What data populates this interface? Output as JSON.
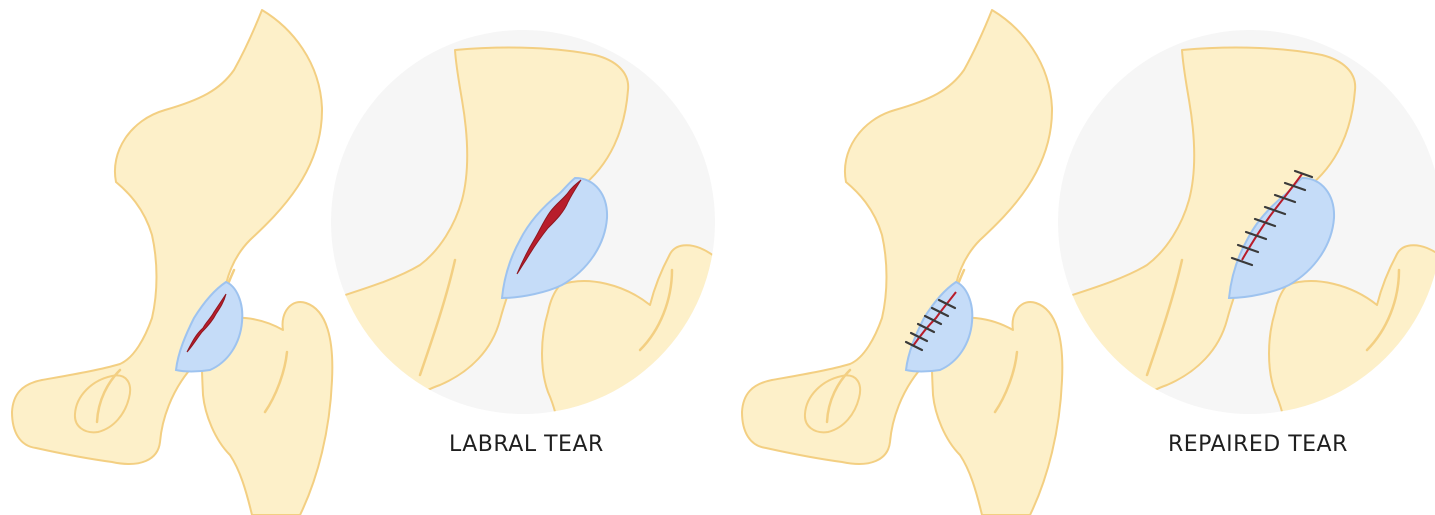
{
  "captions": {
    "left": "LABRAL TEAR",
    "right": "REPAIRED TEAR"
  },
  "colors": {
    "bone": "#fdf0c9",
    "bone_stroke": "#f3cf82",
    "labrum": "#c5dcf8",
    "labrum_stroke": "#9ec3ef",
    "tear": "#b81d2b",
    "stitch": "#3a3a3a",
    "circle_bg": "#f6f6f6"
  },
  "panels": [
    {
      "name": "labral-tear",
      "state": "torn"
    },
    {
      "name": "repaired-tear",
      "state": "sutured"
    }
  ]
}
